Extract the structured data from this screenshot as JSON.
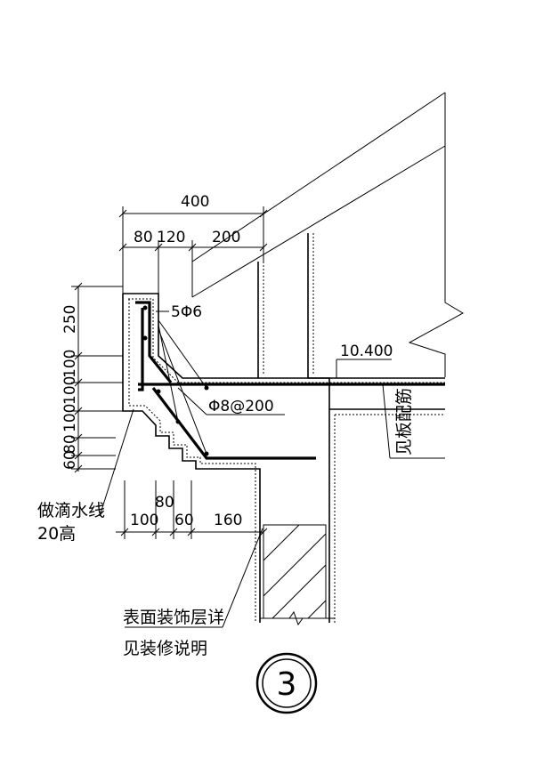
{
  "dimensions": {
    "top_total": "400",
    "top_segments": [
      "80",
      "120",
      "200"
    ],
    "left_segments": [
      "250",
      "100",
      "100",
      "100",
      "80",
      "60"
    ],
    "bottom_upper": "80",
    "bottom_segments": [
      "100",
      "60",
      "160"
    ]
  },
  "rebar": {
    "upper_bars": "5Φ6",
    "stirrups": "Φ8@200"
  },
  "elevation": "10.400",
  "notes": {
    "slab_rebar": "见板配筋",
    "drip_line_1": "做滴水线",
    "drip_line_2": "20高",
    "finish_1": "表面装饰层详",
    "finish_2": "见装修说明"
  },
  "detail_number": "3"
}
